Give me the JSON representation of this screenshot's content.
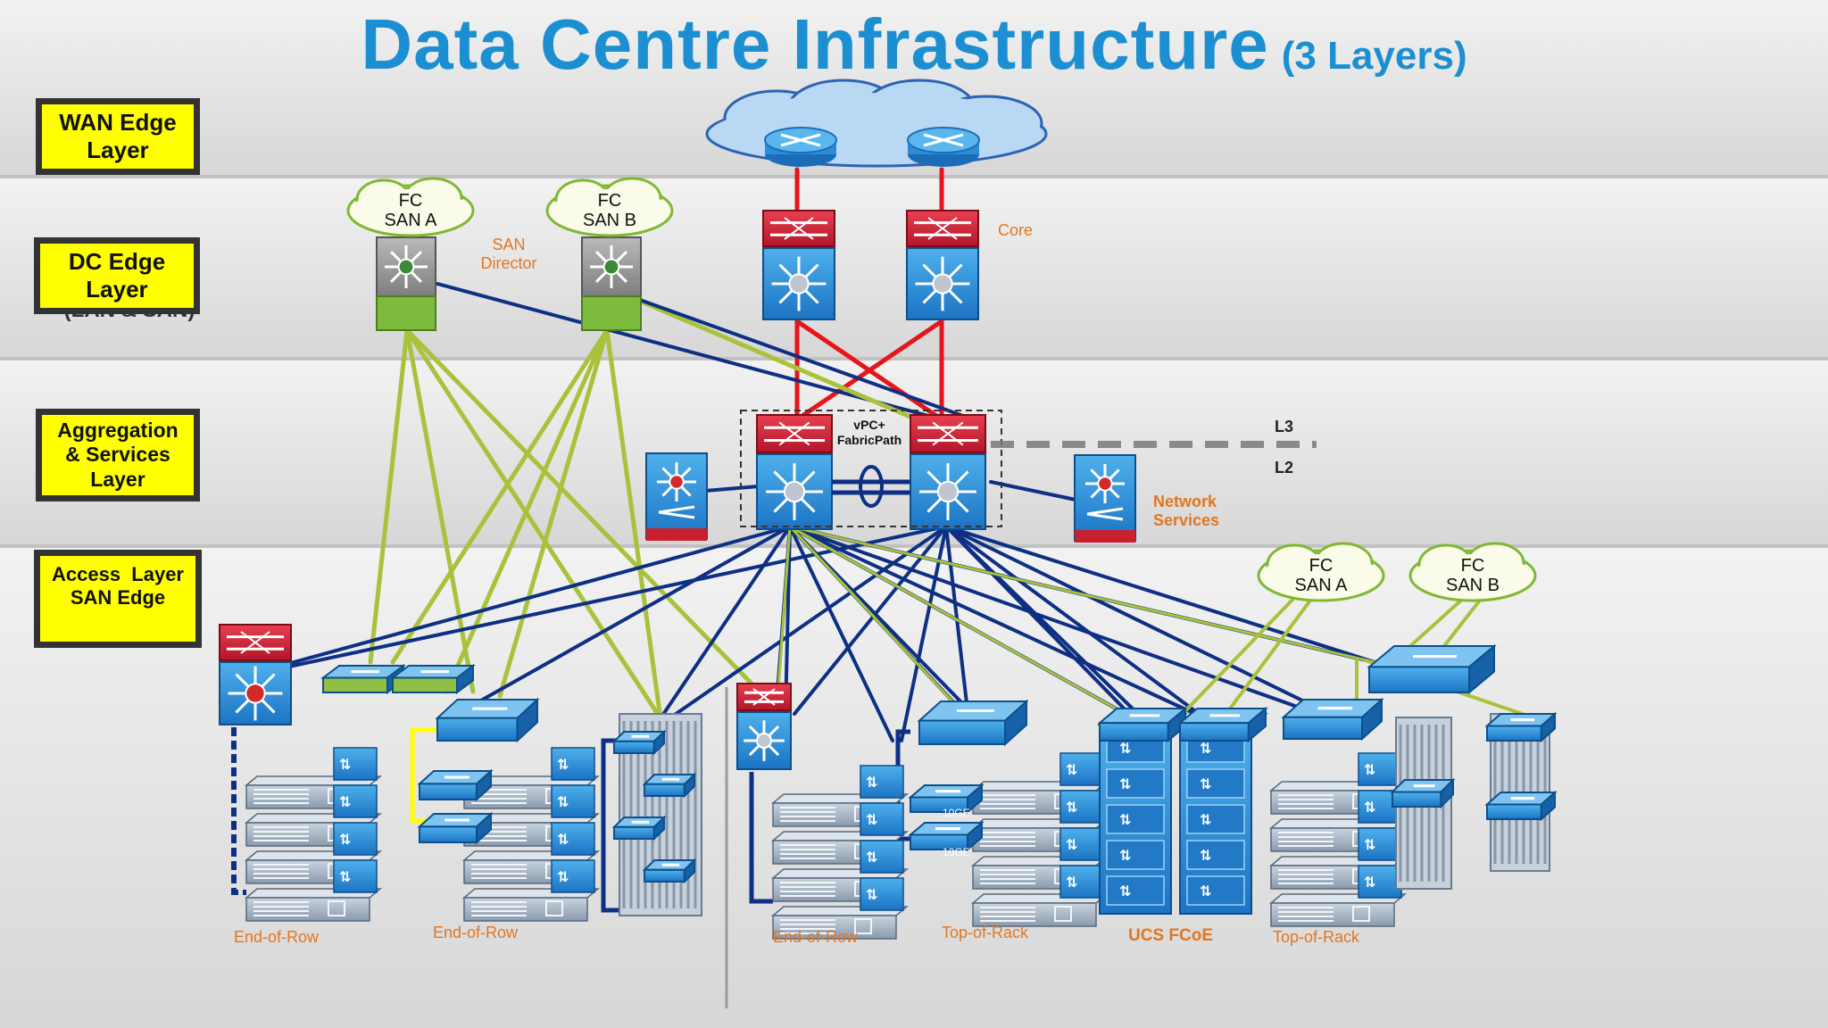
{
  "title": {
    "main": "Data Centre Infrastructure",
    "sub": "(3 Layers)"
  },
  "layers": [
    {
      "lines": [
        "WAN Edge",
        "Layer"
      ]
    },
    {
      "lines": [
        "DC Edge",
        "Layer"
      ],
      "overflow_text": "(LAN & SAN)"
    },
    {
      "lines": [
        "Aggregation",
        "& Services",
        "Layer"
      ]
    },
    {
      "lines": [
        "Access  Layer",
        "SAN Edge"
      ]
    }
  ],
  "clouds": {
    "upper_a": [
      "FC",
      "SAN A"
    ],
    "upper_b": [
      "FC",
      "SAN B"
    ],
    "lower_a": [
      "FC",
      "SAN A"
    ],
    "lower_b": [
      "FC",
      "SAN B"
    ]
  },
  "labels": {
    "san_director": [
      "SAN",
      "Director"
    ],
    "core": "Core",
    "vpc": [
      "vPC+",
      "FabricPath"
    ],
    "l3": "L3",
    "l2": "L2",
    "network_services": [
      "Network",
      "Services"
    ],
    "tengbe_1": "10GE",
    "tengbe_2": "10GE"
  },
  "rack_labels": {
    "eor_1": "End-of-Row",
    "eor_2": "End-of-Row",
    "eor_3": "End-of-Row",
    "tor_1": "Top-of-Rack",
    "ucs": "UCS FCoE",
    "tor_2": "Top-of-Rack"
  },
  "colors": {
    "title": "#1b8fd1",
    "label_orange": "#e2761f",
    "layer_box": "#ffff00",
    "core_link": "#e8141c",
    "aggregation_link": "#0d2f84",
    "san_link": "#a9c23c",
    "device_blue": "#2a8fd6",
    "device_red": "#c8202f"
  }
}
